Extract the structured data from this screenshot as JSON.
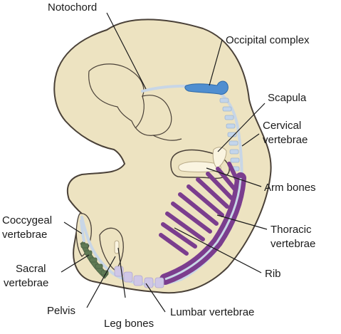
{
  "labels": {
    "notochord": "Notochord",
    "occipital_complex": "Occipital complex",
    "scapula": "Scapula",
    "cervical": [
      "Cervical",
      "vertebrae"
    ],
    "arm_bones": "Arm bones",
    "thoracic": [
      "Thoracic",
      "vertebrae"
    ],
    "rib": "Rib",
    "lumbar": "Lumbar vertebrae",
    "leg_bones": "Leg bones",
    "pelvis": "Pelvis",
    "sacral": [
      "Sacral",
      "vertebrae"
    ],
    "coccygeal": [
      "Coccygeal",
      "vertebrae"
    ]
  },
  "colors": {
    "embryo_fill": "#ede3c1",
    "outline": "#4a4138",
    "notochord": "#c8d6e6",
    "occipital": "#4f8ed0",
    "cervical": "#c3d5eb",
    "thoracic": "#7b3d8e",
    "lumbar": "#cfc7e6",
    "sacral": "#5f7a55",
    "limb_bone": "#faf4e0"
  }
}
